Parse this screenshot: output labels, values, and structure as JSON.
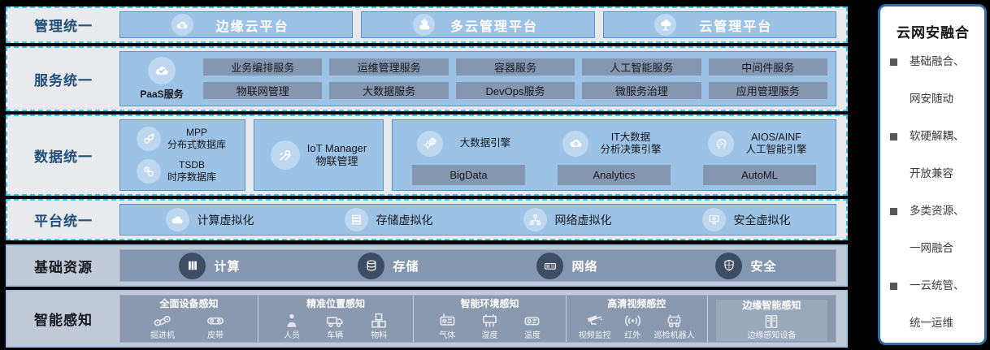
{
  "colors": {
    "content_blue": "#9CC2E5",
    "box_border_blue": "#2E75B6",
    "tile_gray": "#8496B0",
    "dashed_border_cyan": "#3BC6EE",
    "row_fill_light": "#E9EAED",
    "row_fill_gray": "#C2CAD7",
    "label_navy": "#1F4E79",
    "dark_icon_circle": "#3E4D63",
    "panel_border": "#2E6DA8"
  },
  "rows": {
    "mgmt": {
      "label": "管理统一",
      "platforms": [
        {
          "label": "边缘云平台",
          "icon": "edge-cloud-icon"
        },
        {
          "label": "多云管理平台",
          "icon": "multi-cloud-icon"
        },
        {
          "label": "云管理平台",
          "icon": "cloud-tree-icon"
        }
      ]
    },
    "services": {
      "label": "服务统一",
      "paas": {
        "label": "PaaS服务",
        "icon": "cloud-check-icon"
      },
      "tiles": [
        "业务编排服务",
        "运维管理服务",
        "容器服务",
        "人工智能服务",
        "中间件服务",
        "物联网管理",
        "大数据服务",
        "DevOps服务",
        "微服务治理",
        "应用管理服务"
      ]
    },
    "data": {
      "label": "数据统一",
      "db": {
        "items": [
          {
            "line1": "MPP",
            "line2": "分布式数据库",
            "icon": "link-plus-icon"
          },
          {
            "line1": "TSDB",
            "line2": "时序数据库",
            "icon": "clock-link-icon"
          }
        ]
      },
      "iot": {
        "line1": "IoT Manager",
        "line2": "物联管理",
        "icon": "tools-icon"
      },
      "engines": [
        {
          "line1": "大数据引擎",
          "line2": "",
          "badge": "BigData",
          "icon": "gear-globe-icon"
        },
        {
          "line1": "IT大数据",
          "line2": "分析决策引擎",
          "badge": "Analytics",
          "icon": "cloud-gear-icon"
        },
        {
          "line1": "AIOS/AINF",
          "line2": "人工智能引擎",
          "badge": "AutoML",
          "icon": "ai-head-icon"
        }
      ]
    },
    "platform": {
      "label": "平台统一",
      "items": [
        {
          "label": "计算虚拟化",
          "icon": "cloud-icon"
        },
        {
          "label": "存储虚拟化",
          "icon": "storage-stack-icon"
        },
        {
          "label": "网络虚拟化",
          "icon": "network-tree-icon"
        },
        {
          "label": "安全虚拟化",
          "icon": "secure-monitor-icon"
        }
      ]
    },
    "resources": {
      "label": "基础资源",
      "items": [
        {
          "label": "计算",
          "icon": "compute-icon"
        },
        {
          "label": "存储",
          "icon": "database-icon"
        },
        {
          "label": "网络",
          "icon": "router-icon"
        },
        {
          "label": "安全",
          "icon": "shield-icon"
        }
      ]
    },
    "sensing": {
      "label": "智能感知",
      "groups": [
        {
          "title": "全面设备感知",
          "items": [
            {
              "label": "掘进机",
              "icon": "miner-icon"
            },
            {
              "label": "皮带",
              "icon": "belt-icon"
            }
          ]
        },
        {
          "title": "精准位置感知",
          "items": [
            {
              "label": "人员",
              "icon": "person-icon"
            },
            {
              "label": "车辆",
              "icon": "vehicle-icon"
            },
            {
              "label": "物料",
              "icon": "material-boxes-icon"
            }
          ]
        },
        {
          "title": "智能环境感知",
          "items": [
            {
              "label": "气体",
              "icon": "gas-sensor-icon"
            },
            {
              "label": "湿度",
              "icon": "humidity-sensor-icon"
            },
            {
              "label": "温度",
              "icon": "temperature-sensor-icon"
            }
          ]
        },
        {
          "title": "高清视频感控",
          "items": [
            {
              "label": "视频监控",
              "icon": "cctv-icon"
            },
            {
              "label": "红外",
              "icon": "infrared-icon"
            },
            {
              "label": "巡检机器人",
              "icon": "robot-icon"
            }
          ]
        },
        {
          "title": "边缘智能感知",
          "items": [
            {
              "label": "边缘感知设备",
              "icon": "edge-device-icon"
            }
          ]
        }
      ]
    }
  },
  "side_panel": {
    "title": "云网安融合",
    "bullets": [
      {
        "line1": "基础融合、",
        "line2": "网安随动"
      },
      {
        "line1": "软硬解耦、",
        "line2": "开放兼容"
      },
      {
        "line1": "多类资源、",
        "line2": "一网融合"
      },
      {
        "line1": "一云统管、",
        "line2": "统一运维"
      }
    ]
  }
}
